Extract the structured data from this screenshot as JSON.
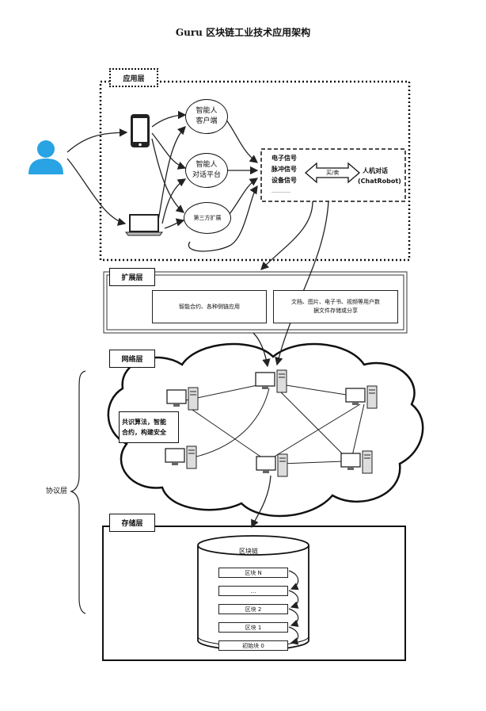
{
  "title": "Guru 区块链工业技术应用架构",
  "layers": {
    "application": "应用层",
    "extension": "扩展层",
    "network": "网络层",
    "storage": "存储层",
    "protocol": "协议层"
  },
  "application": {
    "client_line1": "智能人",
    "client_line2": "客户端",
    "dialog_line1": "智能人",
    "dialog_line2": "对话平台",
    "third_party": "第三方扩展",
    "signals": [
      "电子信号",
      "脉冲信号",
      "设备信号",
      "…………"
    ],
    "arrow_label": "买/卖",
    "chatbot_line1": "人机对话",
    "chatbot_line2": "(ChatRobot)"
  },
  "extension": {
    "box1": "智能合约、各种侧链应用",
    "box2_line1": "文档、图片、电子书、视频等用户数",
    "box2_line2": "据文件存储或分享"
  },
  "network": {
    "note_line1": "共识算法，智能",
    "note_line2": "合约，构建安全"
  },
  "storage": {
    "chain_title": "区块链",
    "blocks": [
      "区块 N",
      "…",
      "区块 2",
      "区块 1",
      "初始块 0"
    ]
  },
  "colors": {
    "user_icon": "#29a3e3",
    "line": "#222222"
  },
  "icons": [
    "user-icon",
    "smartphone-icon",
    "laptop-icon",
    "server-icon",
    "double-arrow-icon"
  ]
}
